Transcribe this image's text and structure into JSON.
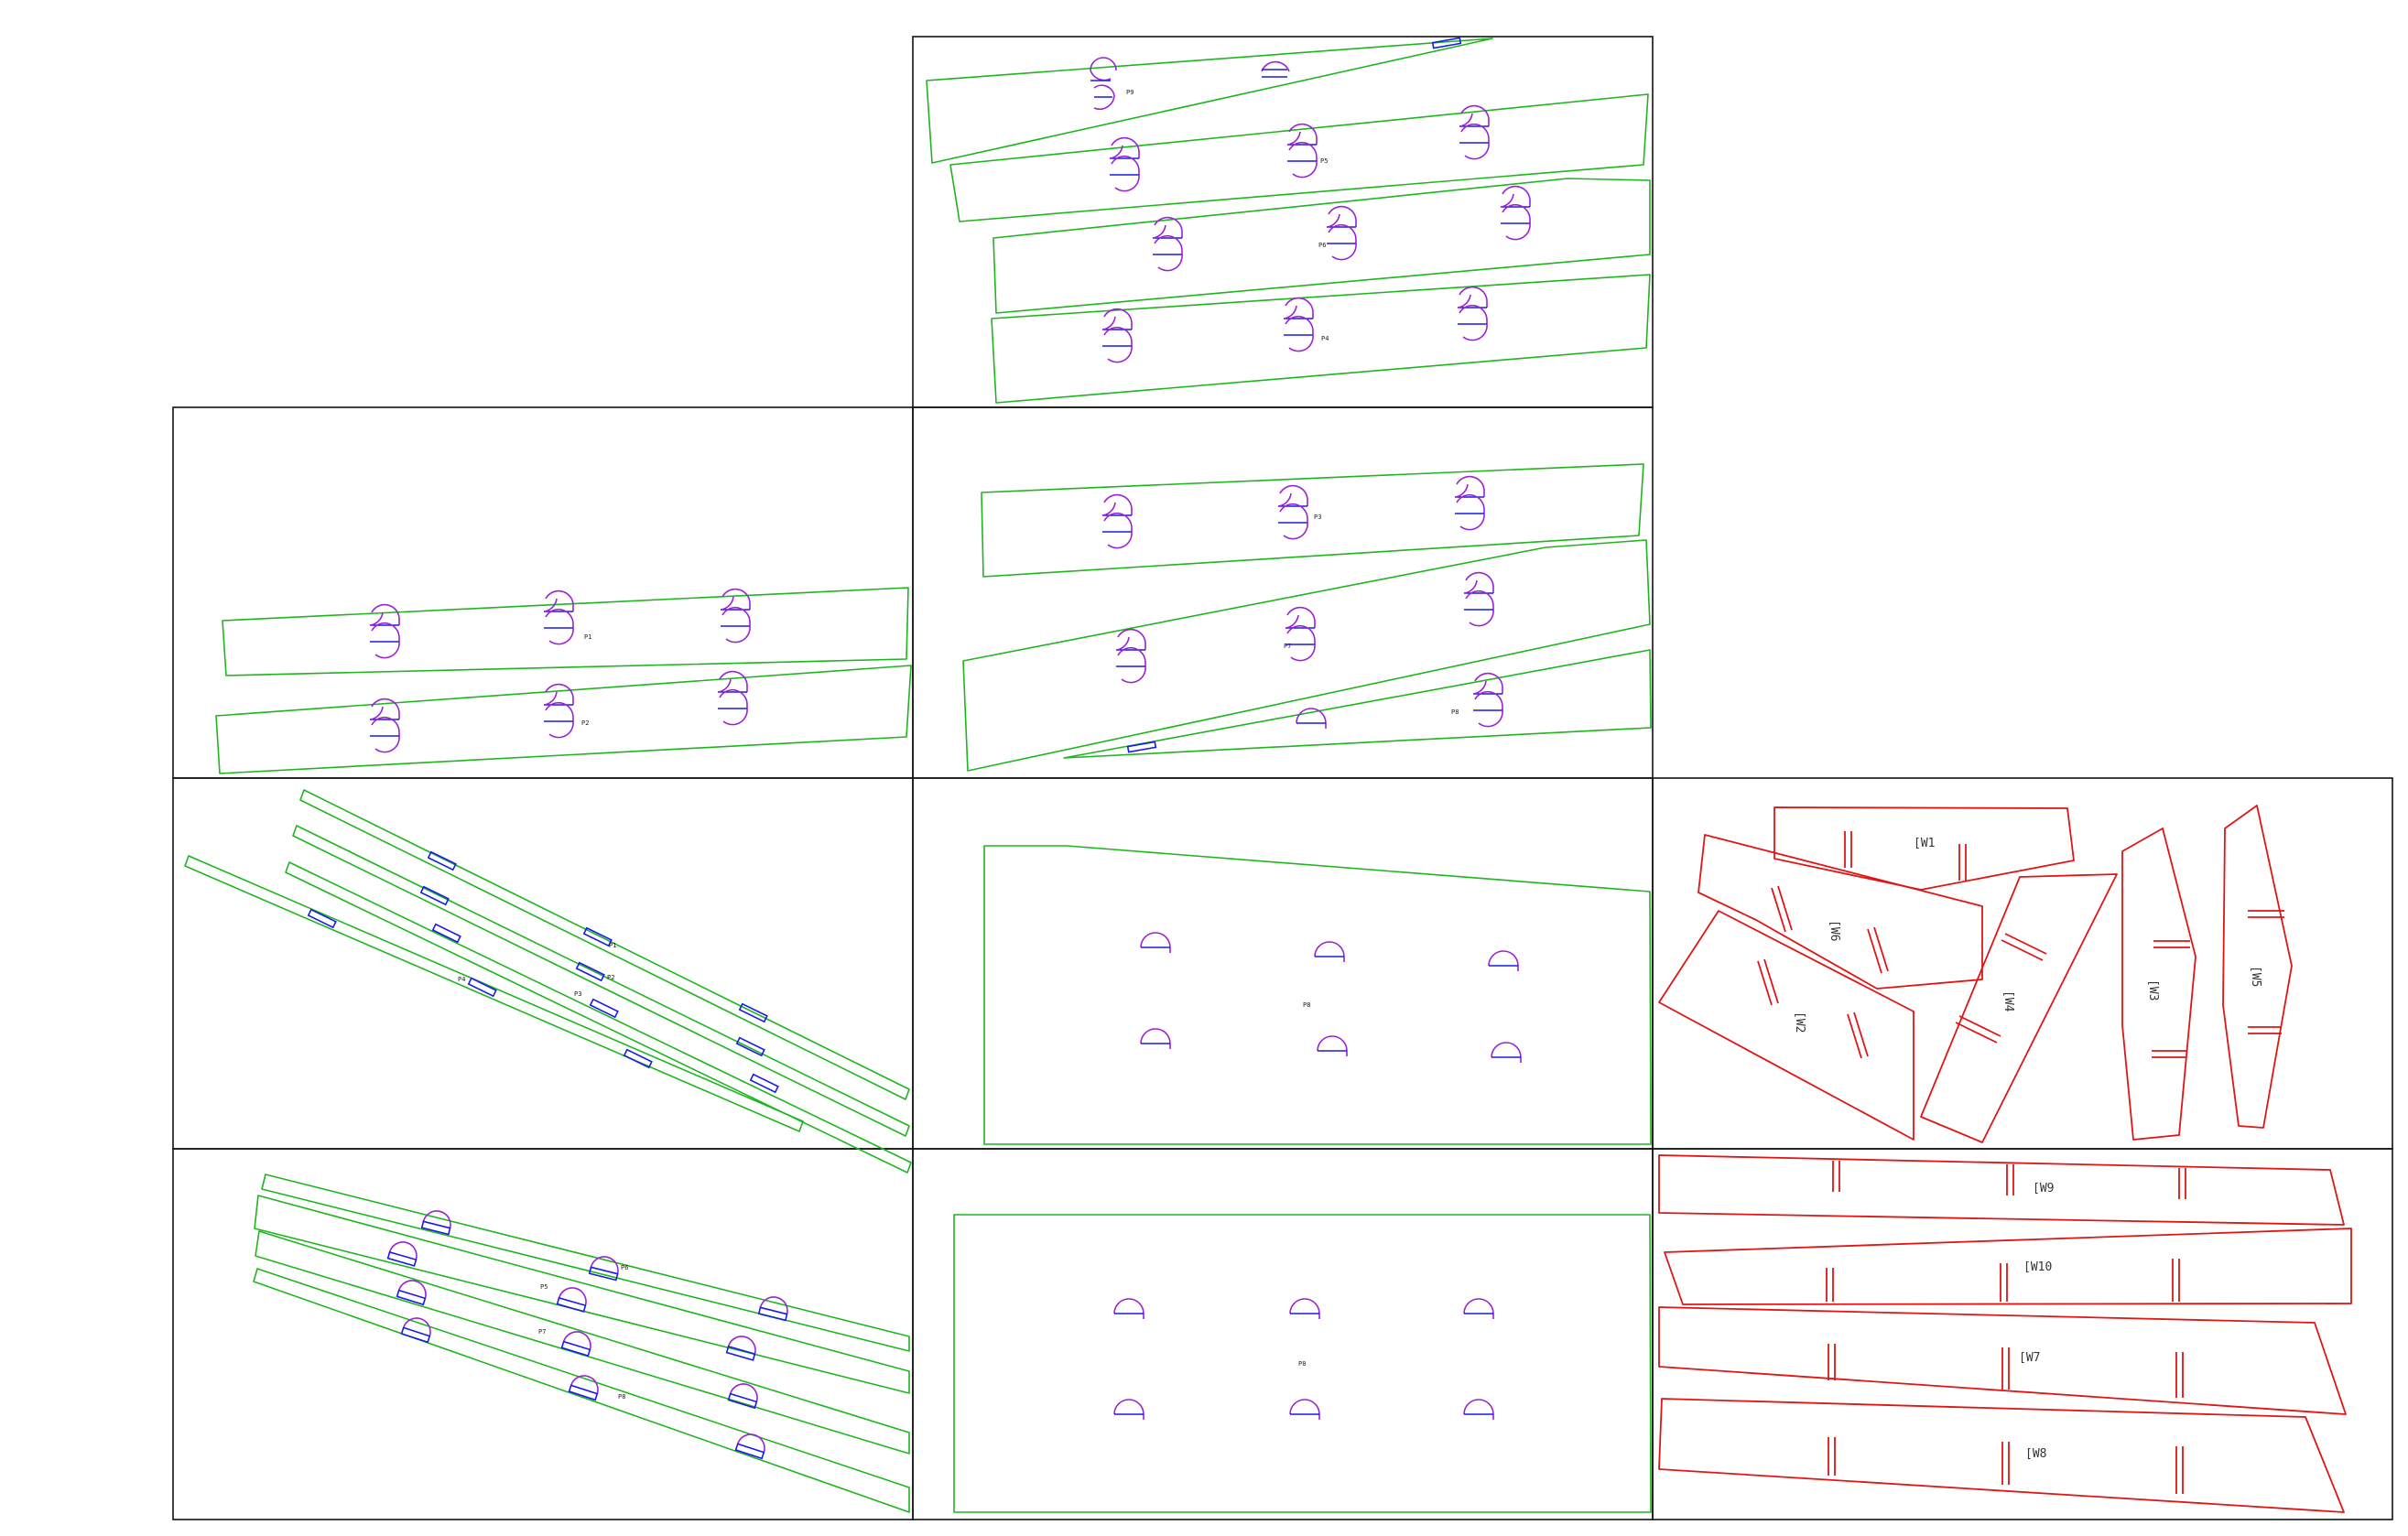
{
  "cells": [
    {
      "id": "cell-top"
    },
    {
      "id": "cell-row2-left"
    },
    {
      "id": "cell-row2-mid"
    },
    {
      "id": "cell-row3-left"
    },
    {
      "id": "cell-row3-mid"
    },
    {
      "id": "cell-row3-right"
    },
    {
      "id": "cell-row4-left"
    },
    {
      "id": "cell-row4-mid"
    },
    {
      "id": "cell-row4-right"
    }
  ],
  "colors": {
    "frame": "#111111",
    "green_part": "#1fb51f",
    "red_part": "#e01515",
    "blue_slot": "#1a1aee",
    "purple_arc": "#9b22d6"
  },
  "labels": {
    "top_1": "P9",
    "top_2": "P5",
    "top_3": "P6",
    "top_4": "P4",
    "r2l_1": "P1",
    "r2l_2": "P2",
    "r2m_1": "P3",
    "r2m_2": "P7",
    "r2m_3": "P8",
    "r3l_1": "P1",
    "r3l_2": "P2",
    "r3l_3": "P3",
    "r3l_4": "P4",
    "r3m_1": "P8",
    "r4l_1": "P6",
    "r4l_2": "P5",
    "r4l_3": "P7",
    "r4l_4": "P8",
    "r4m_1": "P8",
    "w1": "[W1",
    "w2": "[W2",
    "w3": "[W3",
    "w4": "[W4",
    "w5": "[W5",
    "w6": "[W6",
    "w7": "[W7",
    "w8": "[W8",
    "w9": "[W9",
    "w10": "[W10"
  }
}
